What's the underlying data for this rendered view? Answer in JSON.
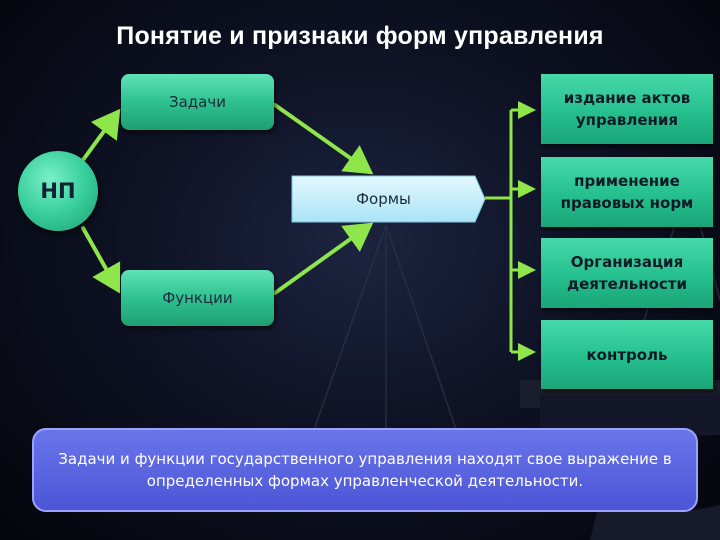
{
  "title": "Понятие и признаки форм управления",
  "nodes": {
    "np": "НП",
    "tasks": "Задачи",
    "functions": "Функции",
    "forms": "Формы"
  },
  "right_boxes": [
    "издание актов управления",
    "применение правовых норм",
    "Организация деятельности",
    "контроль"
  ],
  "note": "Задачи и функции государственного управления находят свое выражение в определенных формах управленческой деятельности.",
  "colors": {
    "accent_green": "#2fc190",
    "arrow": "#8ee64a",
    "note_blue": "#5560dc",
    "forms_box": "#c9f0ff"
  }
}
